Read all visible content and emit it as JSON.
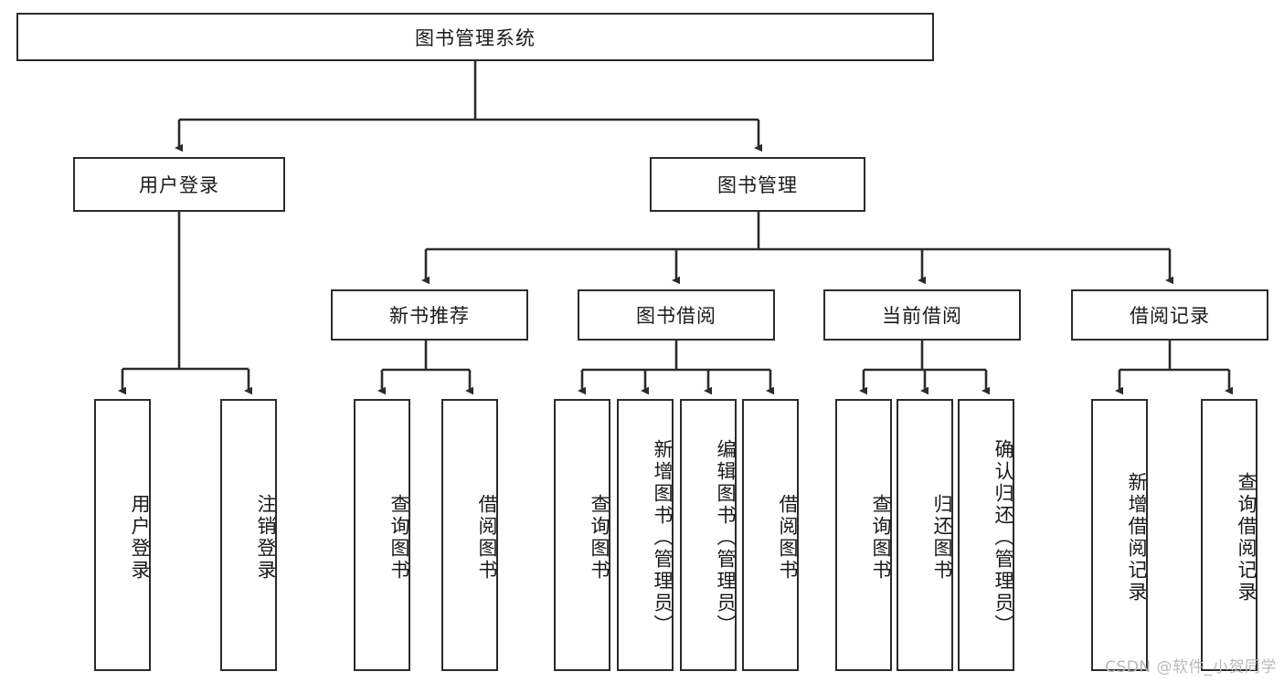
{
  "diagram": {
    "title": "图书管理系统",
    "type": "hierarchy-tree",
    "orientation": "top-down",
    "colors": {
      "box_border": "#2b2b2b",
      "box_fill": "#ffffff",
      "connector": "#2b2b2b",
      "text": "#1a1a1a",
      "watermark": "#b9b9b9",
      "background": "#ffffff"
    },
    "root": {
      "label": "图书管理系统"
    },
    "level2": [
      {
        "label": "用户登录"
      },
      {
        "label": "图书管理"
      }
    ],
    "level3": [
      {
        "label": "新书推荐"
      },
      {
        "label": "图书借阅"
      },
      {
        "label": "当前借阅"
      },
      {
        "label": "借阅记录"
      }
    ],
    "leaves": {
      "user_login": [
        {
          "label": "用户登录"
        },
        {
          "label": "注销登录"
        }
      ],
      "new_book_recommend": [
        {
          "label": "查询图书"
        },
        {
          "label": "借阅图书"
        }
      ],
      "book_borrow": [
        {
          "label": "查询图书"
        },
        {
          "label": "新增图书（管理员）"
        },
        {
          "label": "编辑图书（管理员）"
        },
        {
          "label": "借阅图书"
        }
      ],
      "current_borrow": [
        {
          "label": "查询图书"
        },
        {
          "label": "归还图书"
        },
        {
          "label": "确认归还（管理员）"
        }
      ],
      "borrow_record": [
        {
          "label": "新增借阅记录"
        },
        {
          "label": "查询借阅记录"
        }
      ]
    },
    "watermark": "CSDN @软件_小贺同学"
  }
}
